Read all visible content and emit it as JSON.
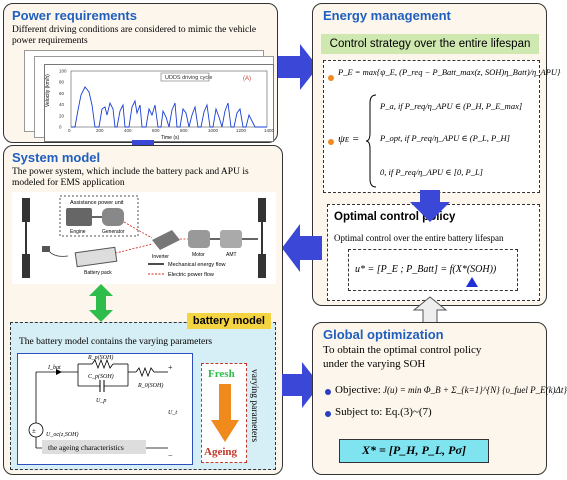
{
  "power": {
    "title": "Power requirements",
    "desc_line1": "Different driving conditions are considered to mimic the vehicle",
    "desc_line2": "power requirements",
    "chart_legend": "UDDS driving cycle",
    "chart_tag": "(A)",
    "ylabel": "Velocity (km/h)",
    "xlabel": "Time (s)",
    "xticks": [
      "0",
      "200",
      "400",
      "600",
      "800",
      "1000",
      "1200",
      "1400"
    ],
    "yticks": [
      "0",
      "20",
      "40",
      "60",
      "80",
      "100"
    ]
  },
  "energy": {
    "title": "Energy management",
    "strategy": "Control strategy over the entire lifespan",
    "pe_max": "P_E = max{ψ_E, (P_req − P_Batt_max(z, SOH)η_Batt)/η_APU}",
    "psi_cases": [
      "P_a,   if  P_req/η_APU ∈ (P_H, P_E_max]",
      "P_opt,   if  P_req/η_APU ∈ (P_L, P_H]",
      "0,   if  P_req/η_APU ∈ [0, P_L]"
    ]
  },
  "system": {
    "title": "System model",
    "desc_line1": "The power system, which include the battery pack and APU is",
    "desc_line2": "modeled for EMS application",
    "apu_label": "Assistance power unit",
    "engine": "Engine",
    "generator": "Generator",
    "inverter": "Inverter",
    "motor": "Motor",
    "amt": "AMT",
    "battery_pack": "Battery pack",
    "legend_mech": "Mechanical energy flow",
    "legend_elec": "Electric power flow"
  },
  "battery": {
    "title": "battery model",
    "desc": "The battery model contains the varying parameters",
    "r_p": "R_p(SOH)",
    "c_p": "C_p(SOH)",
    "r_0": "R_0(SOH)",
    "i_bat": "I_bat",
    "u_p": "U_p",
    "u_oc": "U_oc(z,SOH)",
    "u_t": "U_t",
    "ageing_char": "the ageing characteristics",
    "fresh": "Fresh",
    "ageing": "Ageing",
    "varying": "varying parameters"
  },
  "policy": {
    "title": "Optimal control policy",
    "desc": "Optimal control over the entire battery lifespan",
    "formula": "u* = [P_E ; P_Batt] = f(X*(SOH))"
  },
  "global": {
    "title": "Global optimization",
    "desc_line1": "To obtain the optimal control policy",
    "desc_line2": "under the varying SOH",
    "objective_label": "Objective:",
    "objective_formula": "J(u) = min Φ_B + Σ_{k=1}^{N} {υ_fuel P_E(k)Δt}",
    "subject_label": "Subject to: Eq.(3)~(7)",
    "x_star": "X* = [P_H,  P_L,  Pσ]"
  },
  "colors": {
    "blue_arrow": "#3b47d6",
    "green_arrow": "#2ebd4a",
    "orange": "#f08a1c",
    "title_blue": "#1f5fbf",
    "panel_bg": "#fdf6ec",
    "battery_bg": "#d6eef5",
    "green_box": "#cfe8b0",
    "cyan_box": "#7fe3f0"
  }
}
